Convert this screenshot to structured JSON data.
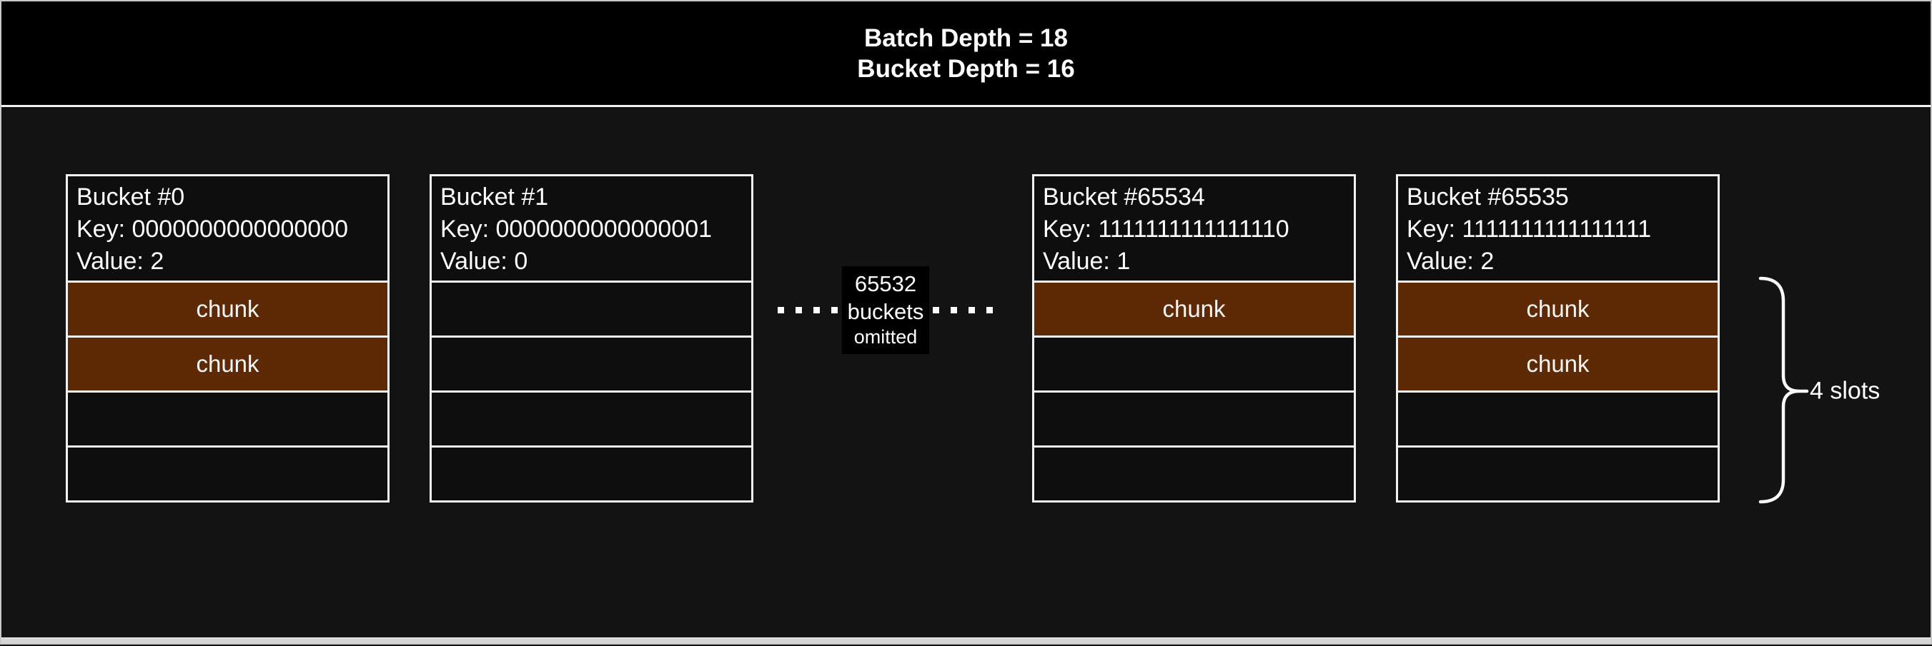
{
  "header": {
    "line1": "Batch Depth = 18",
    "line2": "Bucket Depth = 16"
  },
  "buckets": [
    {
      "name": "Bucket #0",
      "key": "Key: 0000000000000000",
      "value": "Value: 2",
      "slots": [
        "chunk",
        "chunk",
        "",
        ""
      ]
    },
    {
      "name": "Bucket #1",
      "key": "Key: 0000000000000001",
      "value": "Value: 0",
      "slots": [
        "",
        "",
        "",
        ""
      ]
    },
    {
      "name": "Bucket #65534",
      "key": "Key: 1111111111111110",
      "value": "Value: 1",
      "slots": [
        "chunk",
        "",
        "",
        ""
      ]
    },
    {
      "name": "Bucket #65535",
      "key": "Key: 1111111111111111",
      "value": "Value: 2",
      "slots": [
        "chunk",
        "chunk",
        "",
        ""
      ]
    }
  ],
  "omitted": {
    "line1": "65532",
    "line2": "buckets",
    "line3": "omitted"
  },
  "brace": {
    "label": "4 slots"
  },
  "colors": {
    "chunk_fill": "#5e2a06",
    "header_bg": "#000000",
    "content_bg": "#131313",
    "border": "#f2f2f2"
  }
}
